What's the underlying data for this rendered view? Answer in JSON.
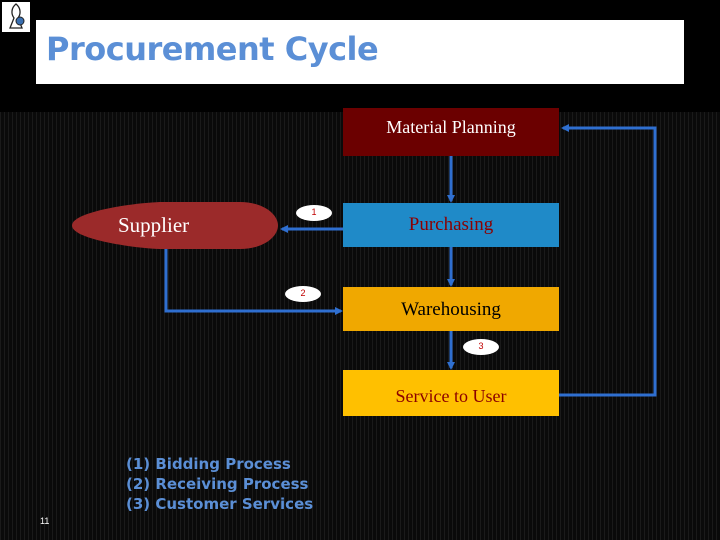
{
  "title": "Procurement Cycle",
  "nodes": {
    "material_planning": "Material Planning",
    "purchasing": "Purchasing",
    "warehousing": "Warehousing",
    "service_to_user": "Service to User",
    "supplier": "Supplier"
  },
  "step_markers": [
    "1",
    "2",
    "3"
  ],
  "legend": [
    "(1) Bidding Process",
    "(2) Receiving Process",
    "(3) Customer Services"
  ],
  "page_number": "11",
  "colors": {
    "title": "#5b8fd6",
    "material_planning": "#6b0000",
    "purchasing": "#1f8ac8",
    "warehousing": "#f0a800",
    "service_to_user": "#ffc000",
    "supplier": "#9b2a2a",
    "arrow": "#2f6fd0"
  }
}
